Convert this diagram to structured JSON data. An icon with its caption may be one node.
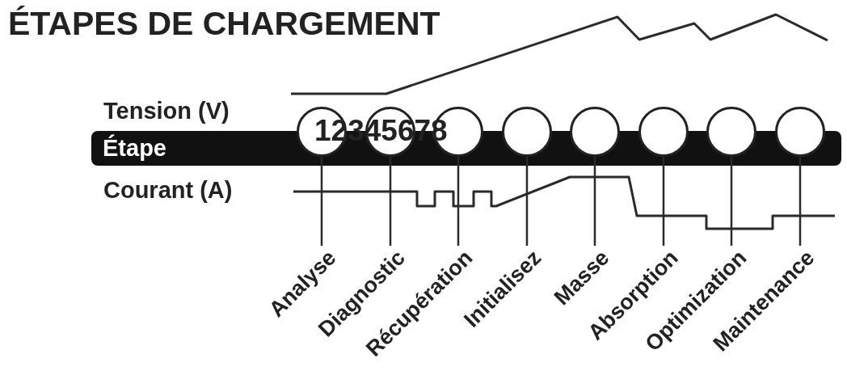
{
  "diagram": {
    "title": "ÉTAPES DE CHARGEMENT",
    "nodes": [
      {
        "text": [
          "Étape"
        ]
      },
      {
        "text": [],
        "shape": "circle"
      },
      {
        "text": [],
        "shape": "circle"
      },
      {
        "text": [],
        "shape": "circle"
      },
      {
        "text": [],
        "shape": "circle"
      },
      {
        "text": [],
        "shape": "circle"
      },
      {
        "text": [],
        "shape": "circle"
      },
      {
        "text": [],
        "shape": "circle"
      },
      {
        "text": [],
        "shape": "circle"
      },
      {
        "text": [
          "Analyse"
        ]
      },
      {
        "text": [
          "Diagnostic"
        ]
      },
      {
        "text": [
          "Récupération"
        ]
      },
      {
        "text": [
          "Initialisez"
        ]
      },
      {
        "text": [
          "Masse"
        ]
      },
      {
        "text": [
          "Absorption"
        ]
      },
      {
        "text": [
          "Optimization"
        ]
      },
      {
        "text": [
          "Maintenance"
        ]
      }
    ],
    "edges": [
      {
        "from": 9,
        "to": 1,
        "arrow": "none"
      },
      {
        "from": 10,
        "to": 2,
        "arrow": "none"
      },
      {
        "from": 11,
        "to": 3,
        "arrow": "none"
      },
      {
        "from": 12,
        "to": 4,
        "arrow": "none"
      },
      {
        "from": 13,
        "to": 5,
        "arrow": "none"
      },
      {
        "from": 14,
        "to": 6,
        "arrow": "none"
      },
      {
        "from": 15,
        "to": 7,
        "arrow": "none"
      },
      {
        "from": 16,
        "to": 8,
        "arrow": "none"
      }
    ],
    "labels": [
      "Tension (V)",
      "12345678",
      "Courant (A)"
    ]
  }
}
